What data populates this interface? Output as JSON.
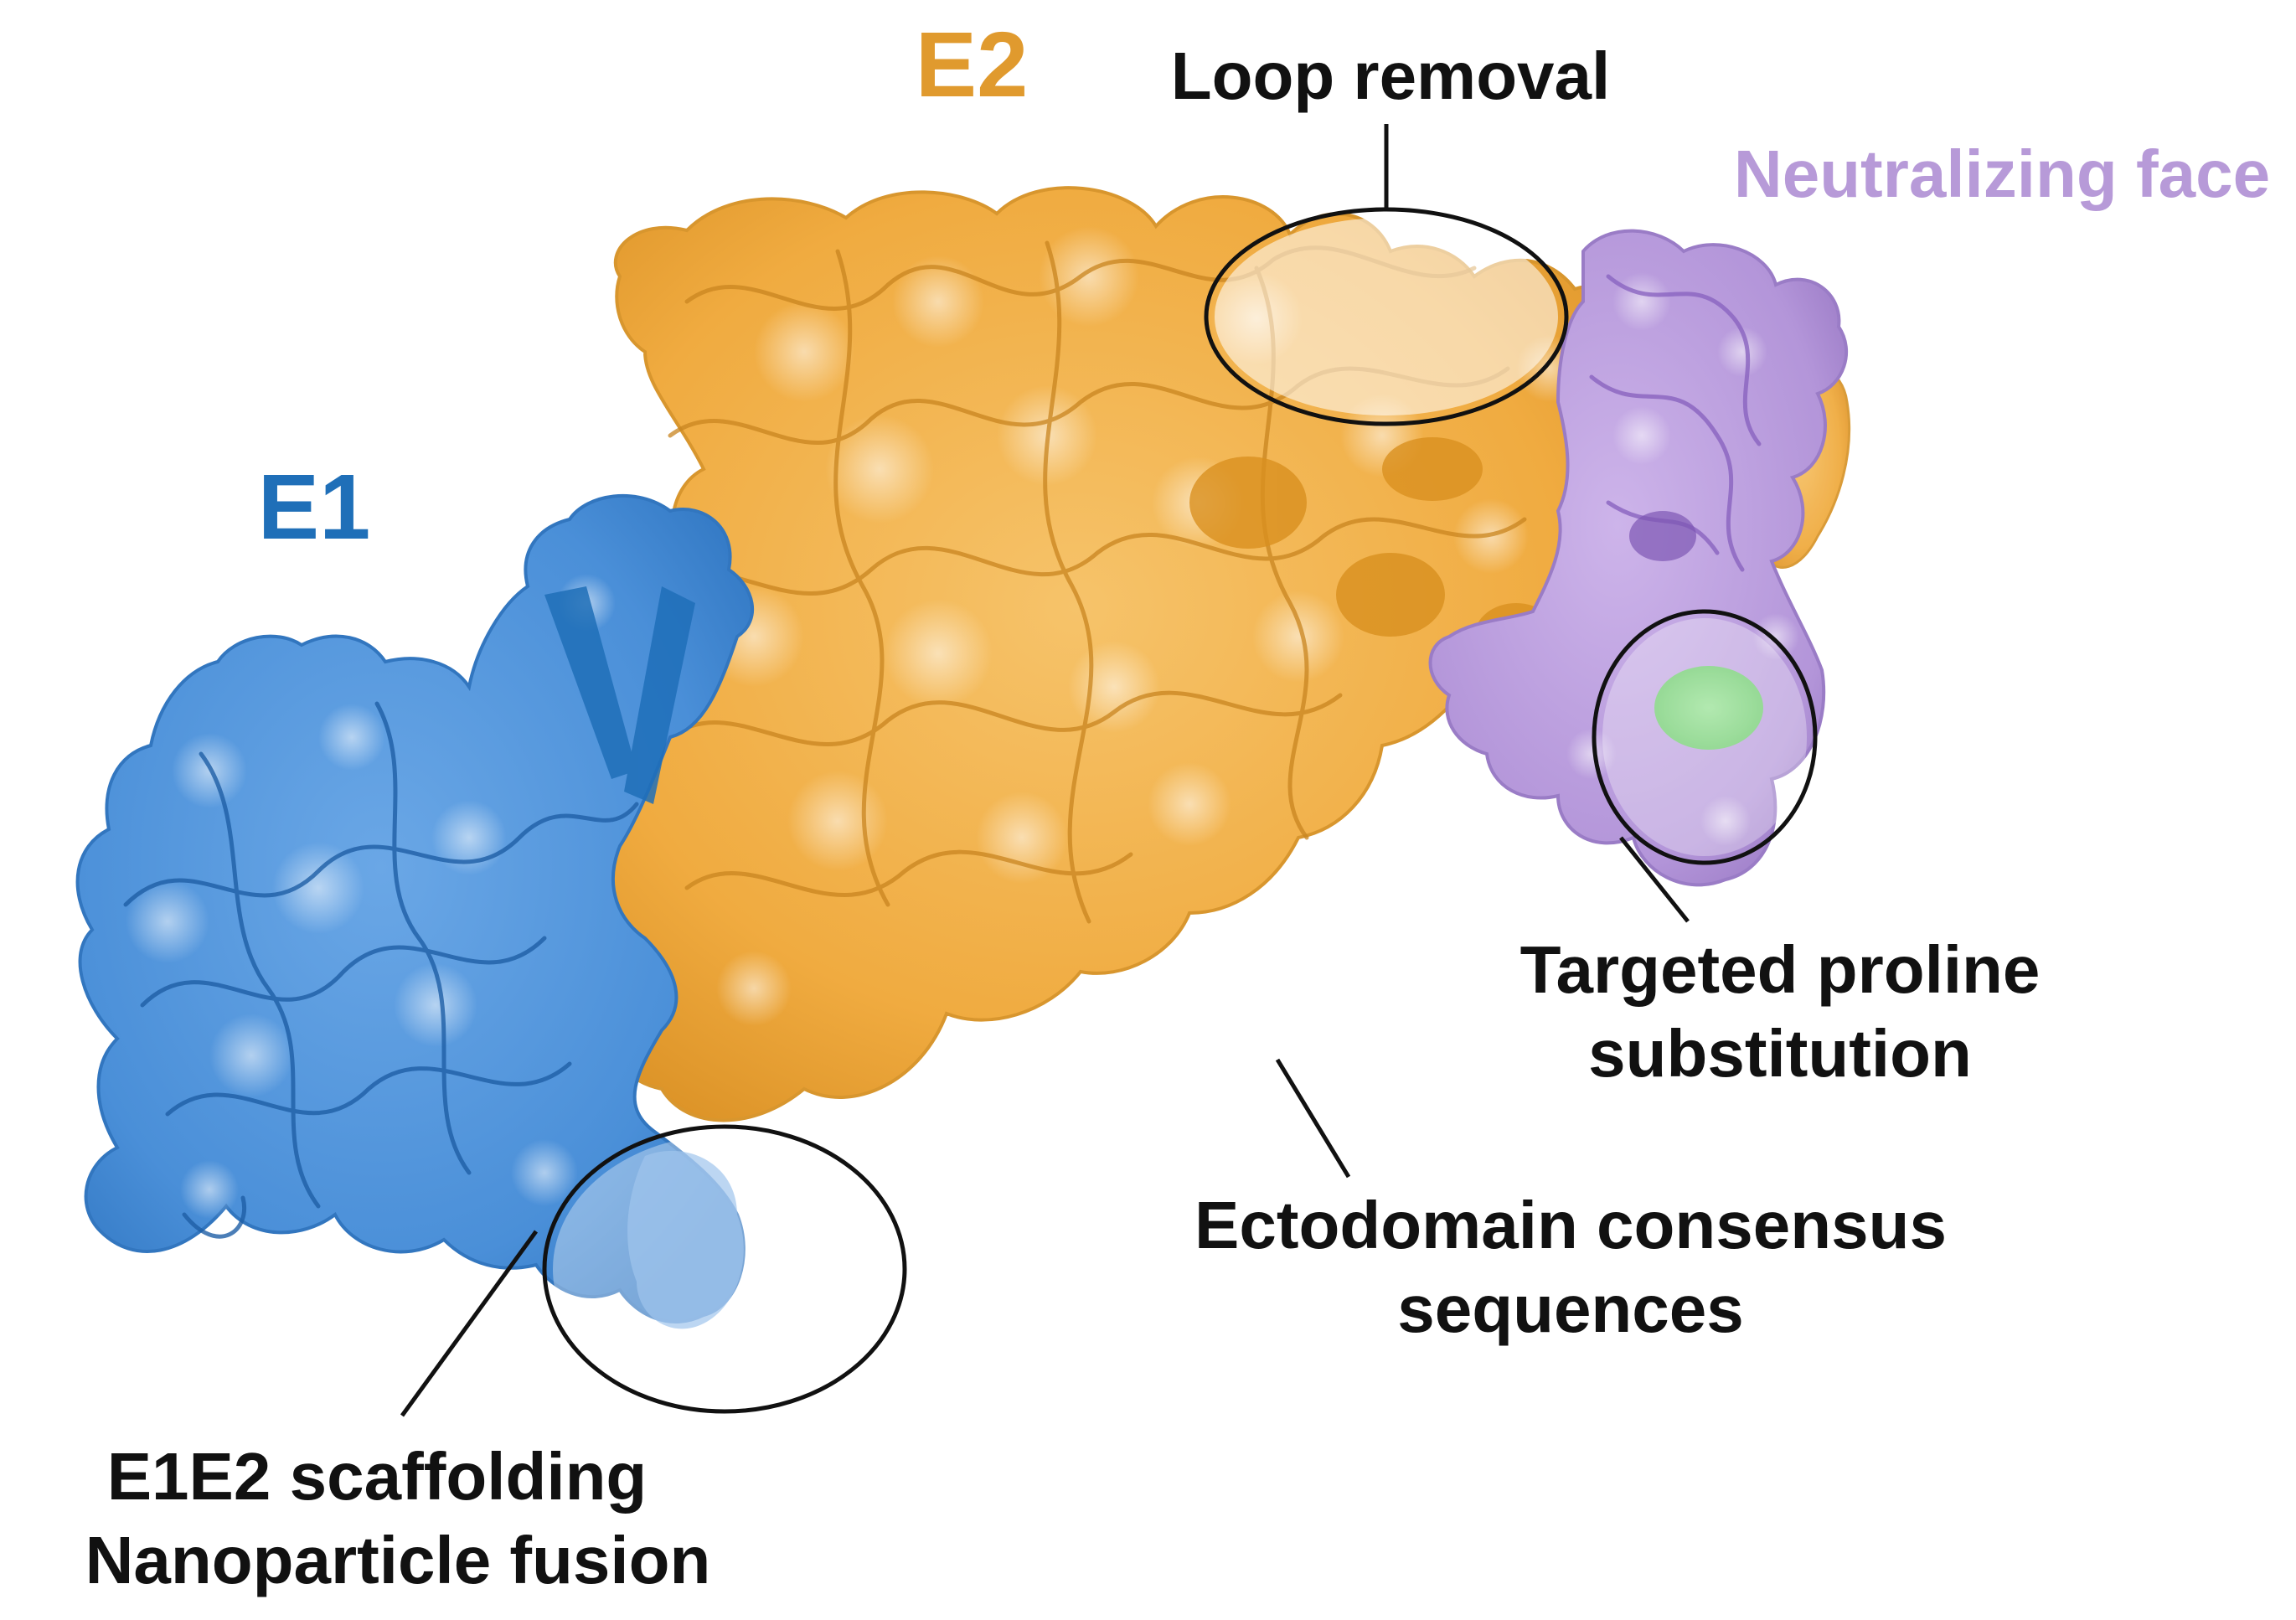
{
  "colors": {
    "e1": "#4a90d9",
    "e1_dark": "#1f6fb8",
    "e2": "#f2b14a",
    "e2_dark": "#cf8a1c",
    "neutralizing": "#b79ad8",
    "neutralizing_dark": "#7d57b3",
    "proline": "#6fd36b",
    "annotation": "#111111",
    "background": "#ffffff"
  },
  "labels": {
    "e1": "E1",
    "e2": "E2",
    "neutralizing_face": "Neutralizing face",
    "loop_removal": "Loop removal",
    "proline_line1": "Targeted proline",
    "proline_line2": "substitution",
    "ectodomain_line1": "Ectodomain consensus",
    "ectodomain_line2": "sequences",
    "scaffold_line1": "E1E2 scaffolding",
    "scaffold_line2": "Nanoparticle fusion"
  }
}
